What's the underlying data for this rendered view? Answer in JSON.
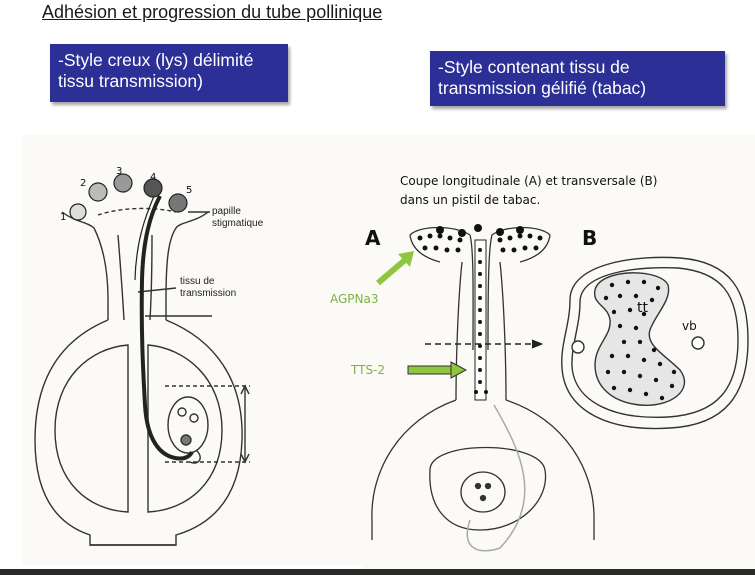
{
  "title": "Adhésion et progression du tube pollinique",
  "box_left": {
    "line1": "-Style creux (lys) délimité",
    "line2": "tissu transmission)"
  },
  "box_right": {
    "line1": "-Style contenant tissu de",
    "line2": "transmission gélifié (tabac)"
  },
  "left_figure": {
    "numbers": [
      "1",
      "2",
      "3",
      "4",
      "5"
    ],
    "papilla_label_1": "papille",
    "papilla_label_2": "stigmatique",
    "tissue_label_1": "tissu de",
    "tissue_label_2": "transmission"
  },
  "right_figure": {
    "caption_1": "Coupe longitudinale (A) et transversale (B)",
    "caption_2": "dans un pistil de tabac.",
    "letter_a": "A",
    "letter_b": "B",
    "label_agp": "AGPNa3",
    "label_tts": "TTS-2",
    "label_tt": "tt",
    "label_vb": "vb"
  },
  "colors": {
    "box_bg": "#2b2f96",
    "box_text": "#ffffff",
    "arrow_green": "#8fc63f",
    "label_green": "#7cb342"
  }
}
